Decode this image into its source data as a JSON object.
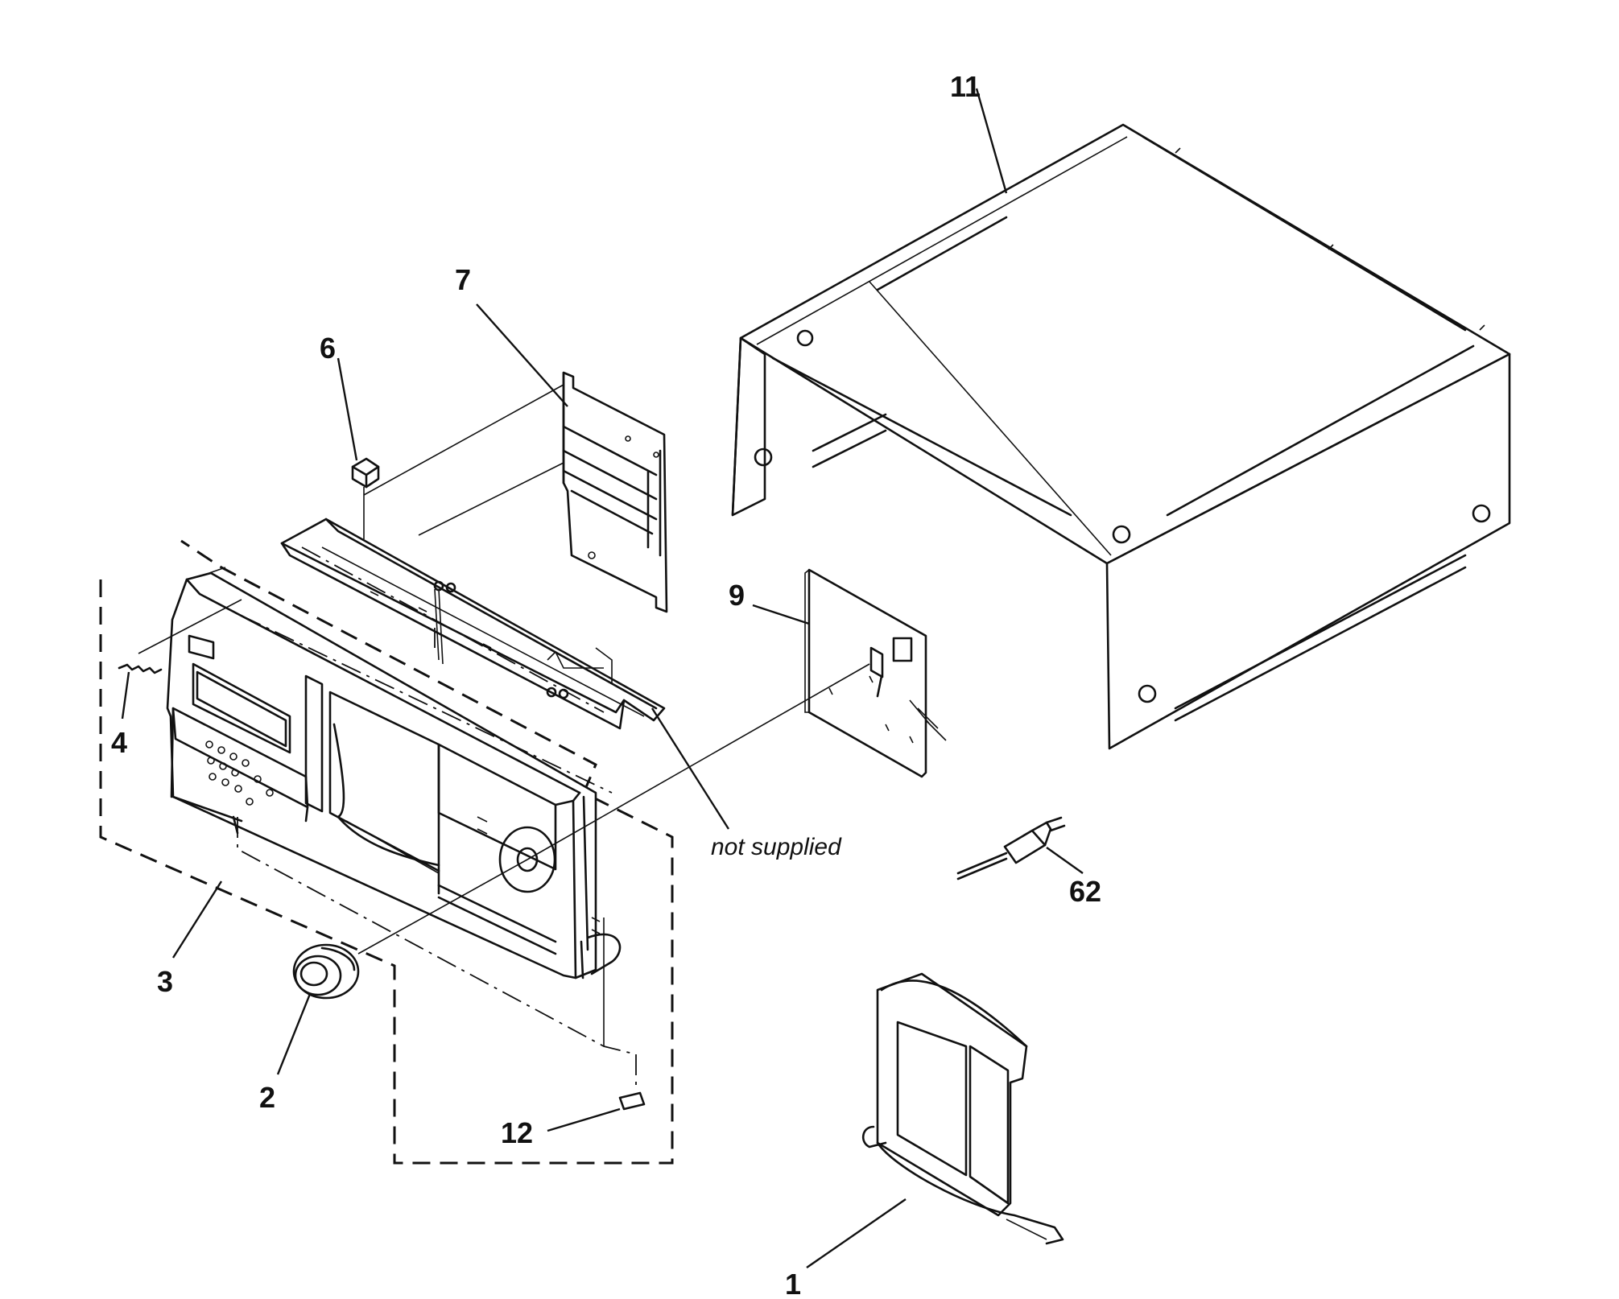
{
  "diagram": {
    "callouts": {
      "p1": "1",
      "p2": "2",
      "p3": "3",
      "p4": "4",
      "p6": "6",
      "p7": "7",
      "p9": "9",
      "p11": "11",
      "p12": "12",
      "p62": "62"
    },
    "note_not_supplied": "not supplied"
  }
}
